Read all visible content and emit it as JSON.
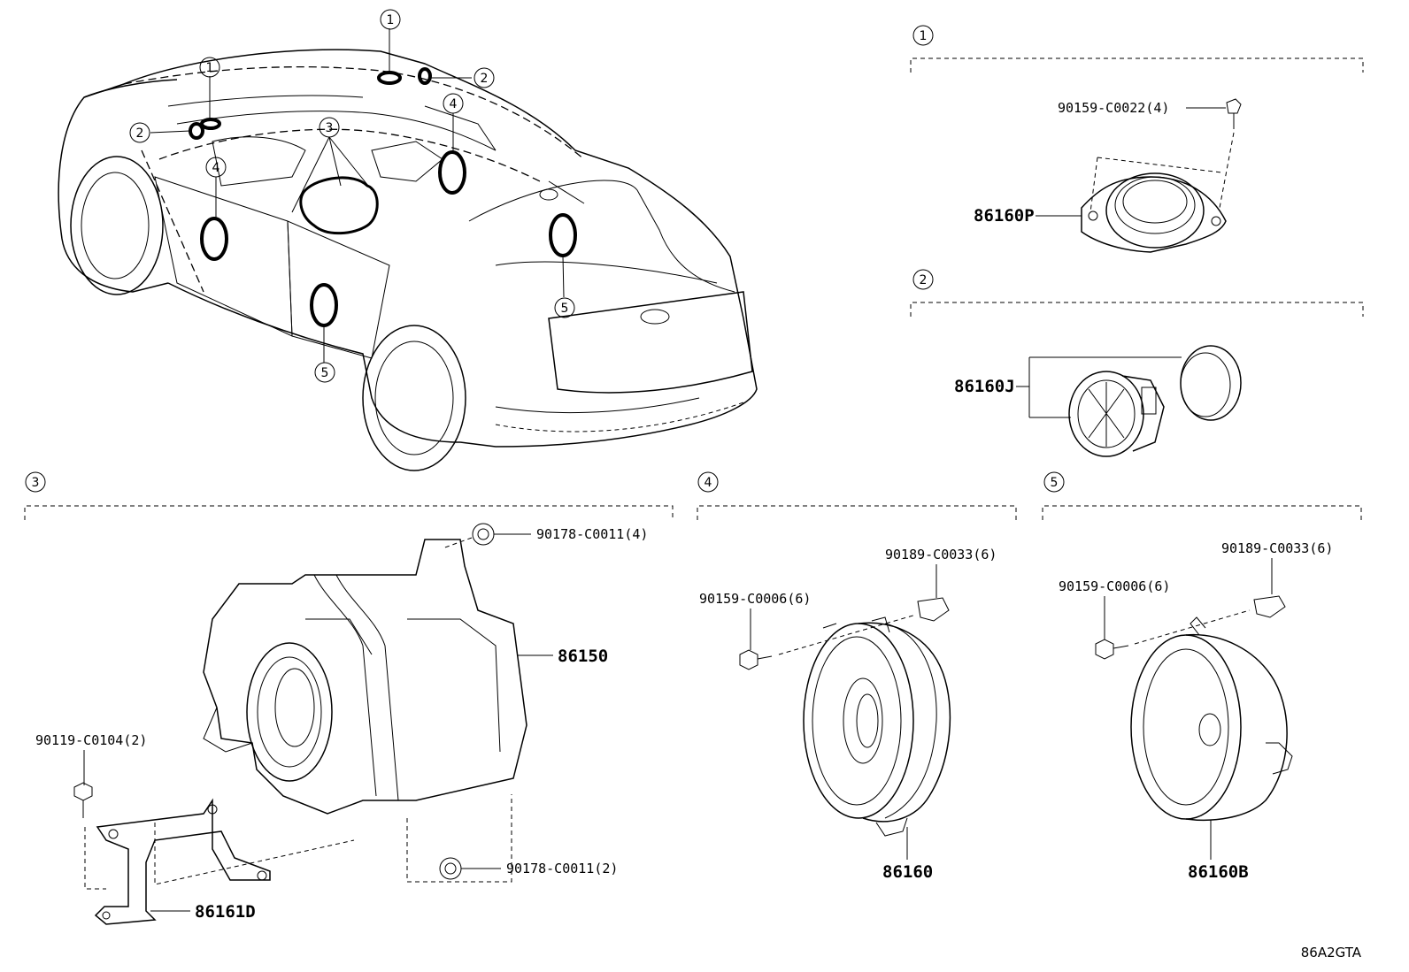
{
  "overview": {
    "callouts": [
      {
        "name": "callout-1-roof-right",
        "text": "1"
      },
      {
        "name": "callout-1-dash-left",
        "text": "1"
      },
      {
        "name": "callout-2-left",
        "text": "2"
      },
      {
        "name": "callout-2-right",
        "text": "2"
      },
      {
        "name": "callout-3",
        "text": "3"
      },
      {
        "name": "callout-4-left",
        "text": "4"
      },
      {
        "name": "callout-4-right",
        "text": "4"
      },
      {
        "name": "callout-5-rear-door",
        "text": "5"
      },
      {
        "name": "callout-5-tailgate",
        "text": "5"
      }
    ]
  },
  "sections": [
    {
      "id": "1",
      "parts": [
        {
          "label": "90159-C0022(4)"
        },
        {
          "label": "86160P"
        }
      ]
    },
    {
      "id": "2",
      "parts": [
        {
          "label": "86160J"
        }
      ]
    },
    {
      "id": "3",
      "parts": [
        {
          "label": "90178-C0011(4)"
        },
        {
          "label": "86150"
        },
        {
          "label": "90119-C0104(2)"
        },
        {
          "label": "90178-C0011(2)"
        },
        {
          "label": "86161D"
        }
      ]
    },
    {
      "id": "4",
      "parts": [
        {
          "label": "90189-C0033(6)"
        },
        {
          "label": "90159-C0006(6)"
        },
        {
          "label": "86160"
        }
      ]
    },
    {
      "id": "5",
      "parts": [
        {
          "label": "90189-C0033(6)"
        },
        {
          "label": "90159-C0006(6)"
        },
        {
          "label": "86160B"
        }
      ]
    }
  ],
  "diagram_code": "86A2GTA"
}
